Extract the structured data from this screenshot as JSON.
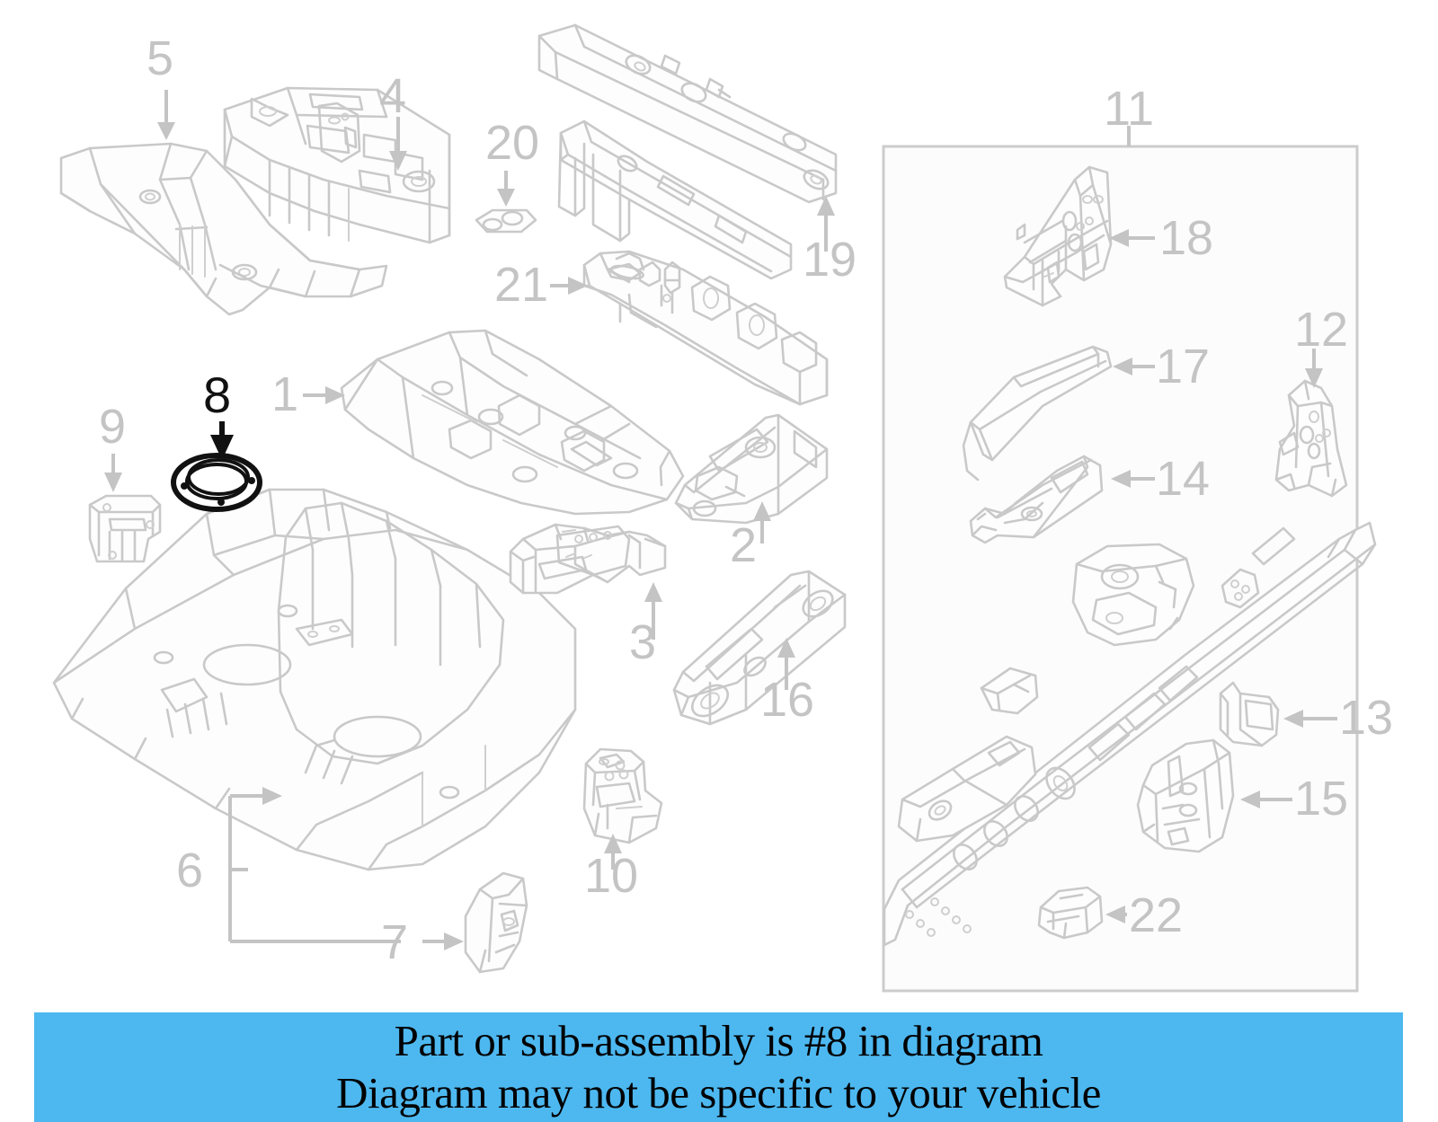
{
  "diagram": {
    "title": "Vehicle rear floor pan and frame rail exploded parts diagram",
    "highlighted_part_number": "8",
    "line_color": "#c9c9c9",
    "label_color": "#c4c4c4",
    "highlight_color": "#111111",
    "background_color": "#ffffff",
    "callouts": [
      {
        "id": "1",
        "number": "1",
        "leader": "arrow-right",
        "part": "rear-floor-pan-upper"
      },
      {
        "id": "2",
        "number": "2",
        "leader": "arrow-up",
        "part": "rear-crossmember-bracket"
      },
      {
        "id": "3",
        "number": "3",
        "leader": "arrow-up",
        "part": "seat-mount-bracket"
      },
      {
        "id": "4",
        "number": "4",
        "leader": "arrow-down",
        "part": "rear-end-panel-reinforcement"
      },
      {
        "id": "5",
        "number": "5",
        "leader": "arrow-down",
        "part": "rear-crossmember-panel"
      },
      {
        "id": "6",
        "number": "6",
        "leader": "bracket",
        "part": "floor-pan-assembly-group"
      },
      {
        "id": "7",
        "number": "7",
        "leader": "arrow-right",
        "part": "rear-corner-gusset"
      },
      {
        "id": "8",
        "number": "8",
        "leader": "arrow-down",
        "part": "fuel-pump-access-seal-ring",
        "highlighted": true
      },
      {
        "id": "9",
        "number": "9",
        "leader": "arrow-down",
        "part": "side-reinforcement-bracket"
      },
      {
        "id": "10",
        "number": "10",
        "leader": "arrow-up",
        "part": "jack-point-bracket"
      },
      {
        "id": "11",
        "number": "11",
        "leader": "line-down",
        "part": "side-member-assembly-group"
      },
      {
        "id": "12",
        "number": "12",
        "leader": "arrow-down",
        "part": "front-rail-closing-plate"
      },
      {
        "id": "13",
        "number": "13",
        "leader": "arrow-left",
        "part": "rail-end-bracket"
      },
      {
        "id": "14",
        "number": "14",
        "leader": "arrow-left",
        "part": "rail-reinforcement-plate"
      },
      {
        "id": "15",
        "number": "15",
        "leader": "arrow-left",
        "part": "suspension-mount-bracket"
      },
      {
        "id": "16",
        "number": "16",
        "leader": "arrow-up",
        "part": "floor-side-member"
      },
      {
        "id": "17",
        "number": "17",
        "leader": "arrow-left",
        "part": "channel-reinforcement"
      },
      {
        "id": "18",
        "number": "18",
        "leader": "arrow-left",
        "part": "front-side-member-extension"
      },
      {
        "id": "19",
        "number": "19",
        "leader": "arrow-up",
        "part": "rear-crossmember-rail"
      },
      {
        "id": "20",
        "number": "20",
        "leader": "arrow-down",
        "part": "drain-plug-grommet-plate"
      },
      {
        "id": "21",
        "number": "21",
        "leader": "arrow-right",
        "part": "center-crossmember"
      },
      {
        "id": "22",
        "number": "22",
        "leader": "arrow-left",
        "part": "small-mount-bracket"
      }
    ]
  },
  "banner": {
    "background_color": "#4db8f0",
    "text_color": "#000000",
    "line1": "Part or sub-assembly is #8 in diagram",
    "line2": "Diagram may not be specific to your vehicle"
  }
}
